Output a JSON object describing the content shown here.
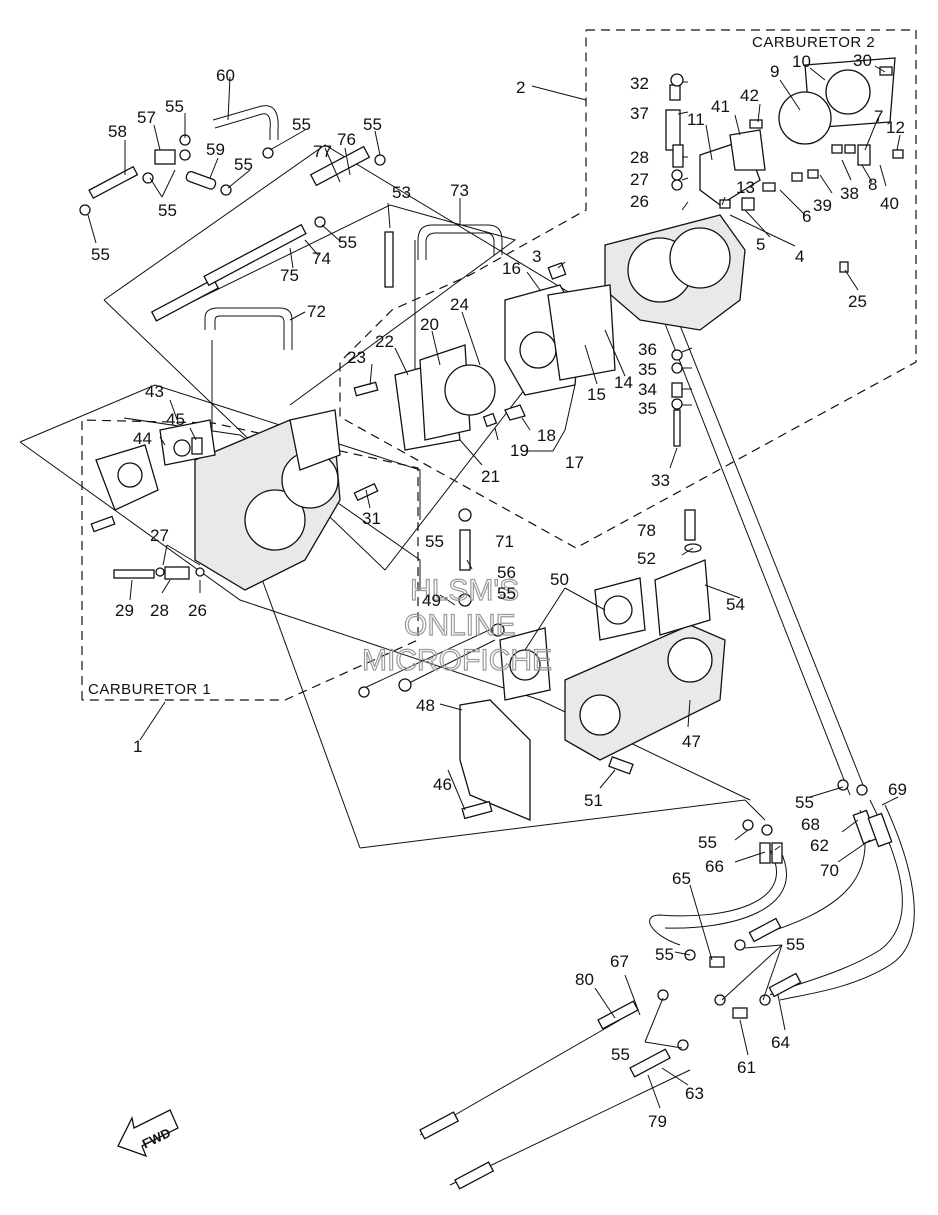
{
  "groups": {
    "carburetor_1": "CARBURETOR 1",
    "carburetor_2": "CARBURETOR 2"
  },
  "watermark": [
    "HLSM'S",
    "ONLINE",
    "MICROFICHE"
  ],
  "fwd_label": "FWD",
  "callouts": [
    "1",
    "2",
    "3",
    "4",
    "5",
    "6",
    "7",
    "8",
    "9",
    "10",
    "11",
    "12",
    "13",
    "14",
    "15",
    "16",
    "17",
    "18",
    "19",
    "20",
    "21",
    "22",
    "23",
    "24",
    "25",
    "26",
    "26",
    "27",
    "27",
    "28",
    "28",
    "29",
    "30",
    "31",
    "32",
    "33",
    "34",
    "35",
    "35",
    "36",
    "37",
    "38",
    "39",
    "40",
    "41",
    "42",
    "43",
    "44",
    "45",
    "46",
    "47",
    "48",
    "49",
    "50",
    "51",
    "52",
    "53",
    "54",
    "55",
    "55",
    "55",
    "55",
    "55",
    "55",
    "55",
    "55",
    "55",
    "55",
    "55",
    "55",
    "55",
    "55",
    "56",
    "57",
    "58",
    "59",
    "60",
    "61",
    "62",
    "63",
    "64",
    "65",
    "66",
    "67",
    "68",
    "69",
    "70",
    "71",
    "72",
    "73",
    "74",
    "75",
    "76",
    "77",
    "78",
    "79",
    "80"
  ]
}
